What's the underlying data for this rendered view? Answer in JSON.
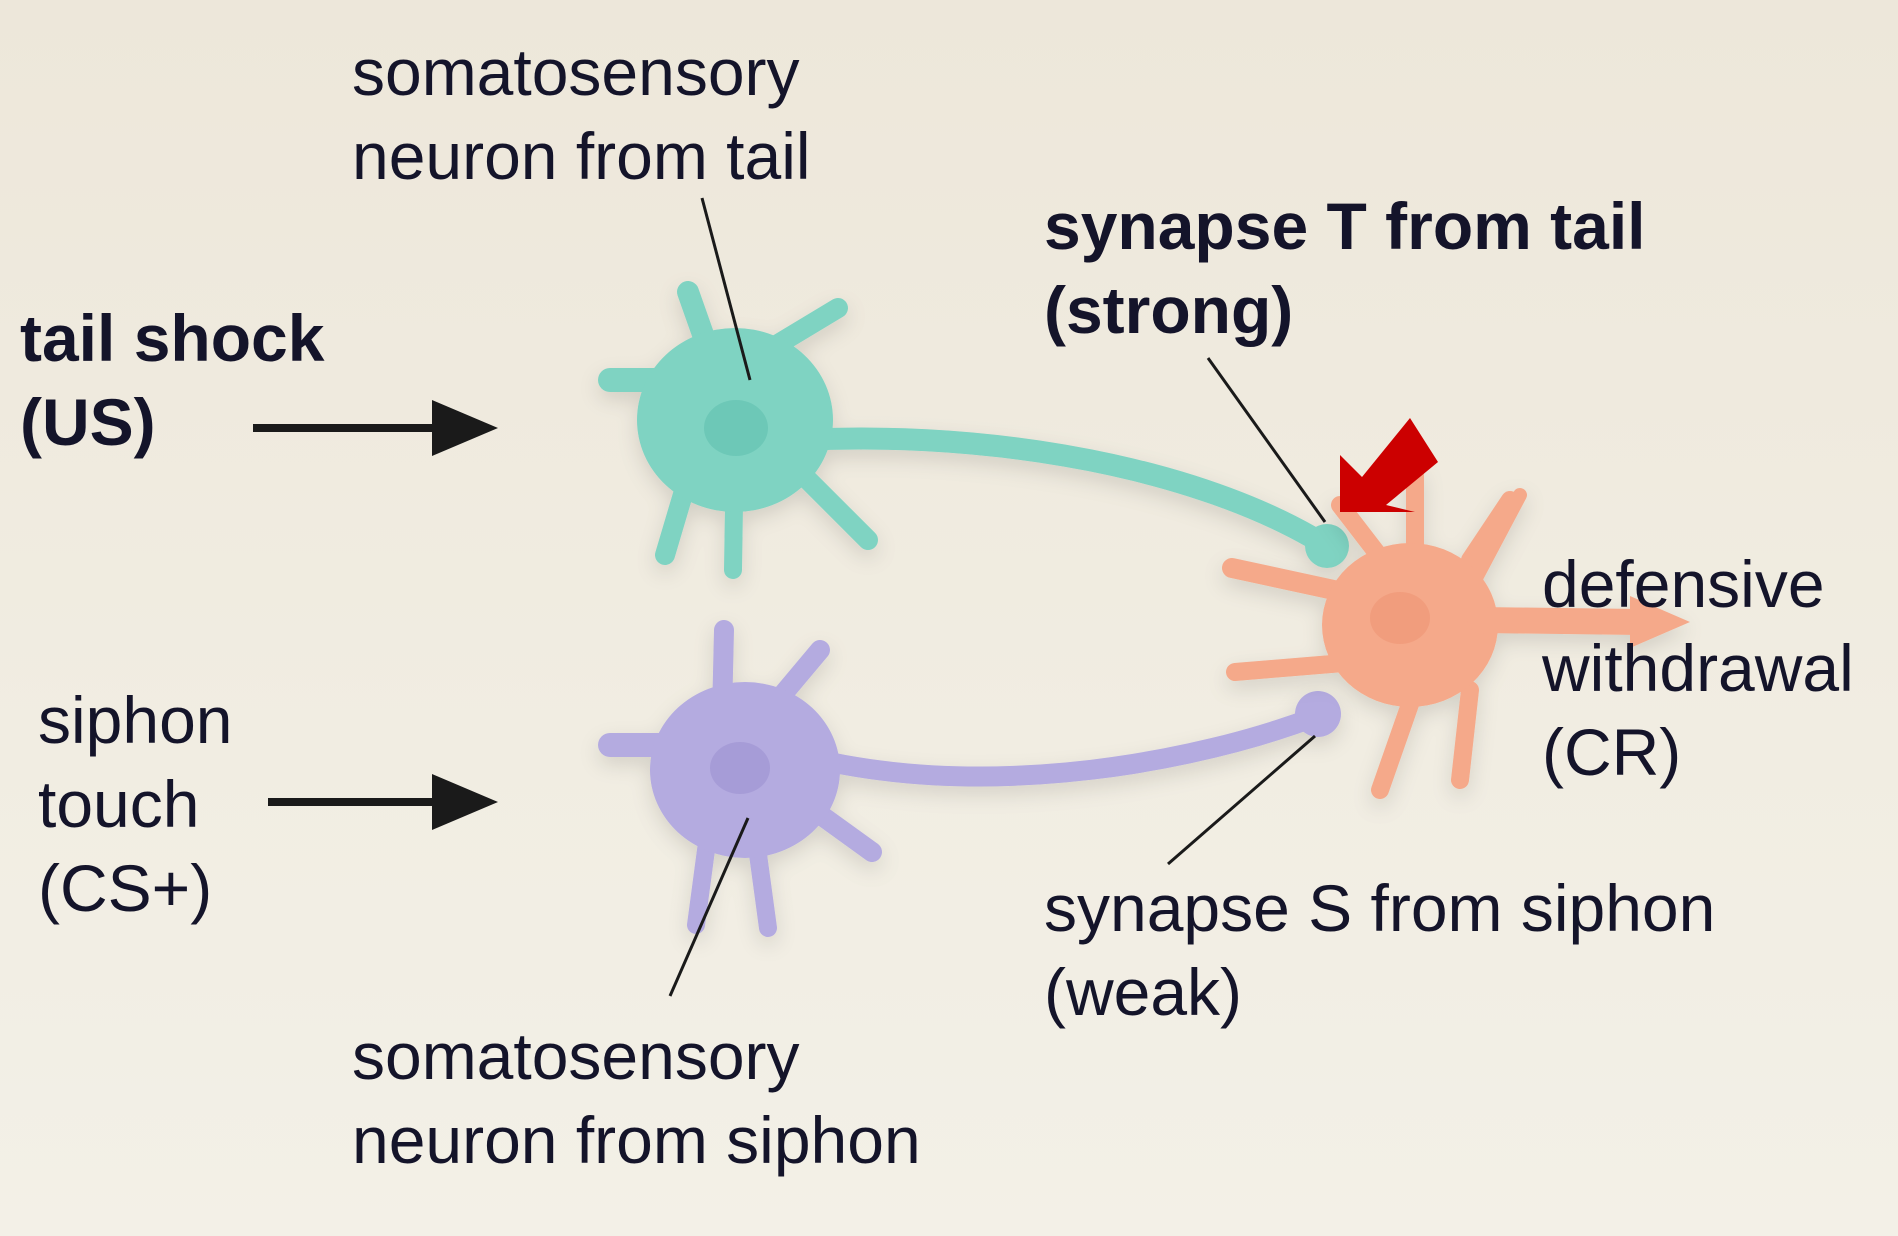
{
  "labels": {
    "tail_neuron": [
      "somatosensory",
      "neuron from tail"
    ],
    "tail_shock": [
      "tail shock",
      "(US)"
    ],
    "synapse_t": [
      "synapse T from tail",
      "(strong)"
    ],
    "siphon_touch": [
      "siphon",
      "touch",
      "(CS+)"
    ],
    "response": [
      "defensive",
      "withdrawal",
      "(CR)"
    ],
    "synapse_s": [
      "synapse S from siphon",
      "(weak)"
    ],
    "siphon_neuron": [
      "somatosensory",
      "neuron from siphon"
    ]
  },
  "colors": {
    "tail_neuron": "#7fd3c2",
    "siphon_neuron": "#b4abe0",
    "motor_neuron": "#f5a98a",
    "highlight_arrow": "#cc0000",
    "input_arrow": "#1a1a1a",
    "pointer_line": "#1a1a1a"
  }
}
